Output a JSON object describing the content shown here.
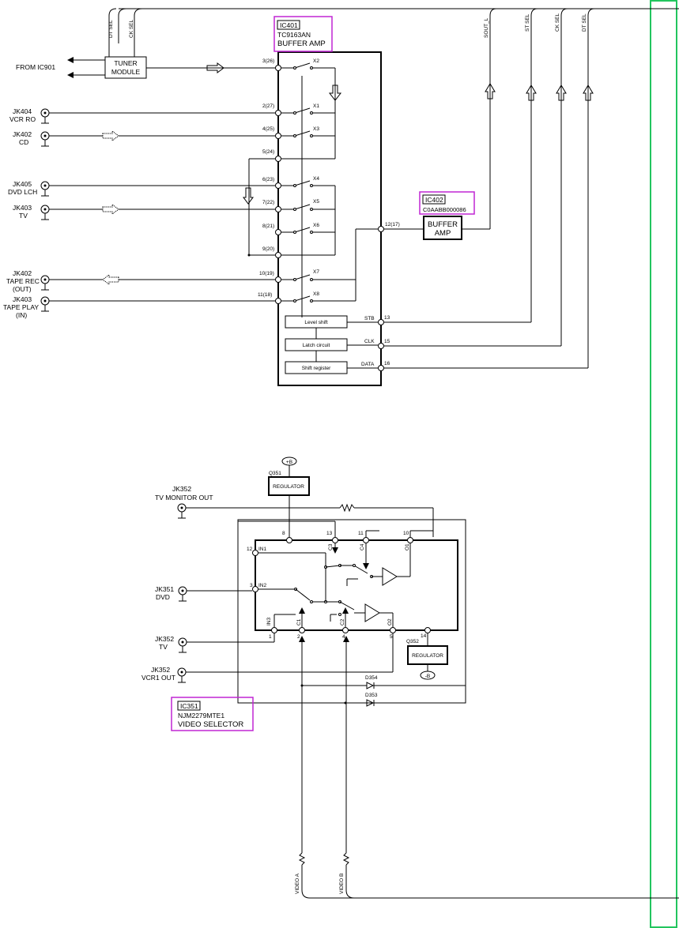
{
  "ic401": {
    "ref": "IC401",
    "part": "TC9163AN",
    "func": "BUFFER AMP"
  },
  "ic402": {
    "ref": "IC402",
    "part": "C0AABB000086",
    "func_line1": "BUFFER",
    "func_line2": "AMP"
  },
  "ic351": {
    "ref": "IC351",
    "part": "NJM2279MTE1",
    "func": "VIDEO SELECTOR"
  },
  "tuner": {
    "line1": "TUNER",
    "line2": "MODULE",
    "from": "FROM IC901"
  },
  "bus_labels": {
    "dt_sel": "DT SEL",
    "ck_sel": "CK SEL",
    "sout_l": "SOUT_L",
    "st_sel": "ST SEL"
  },
  "jacks_top": [
    {
      "ref": "JK404",
      "name": "VCR RO"
    },
    {
      "ref": "JK402",
      "name": "CD"
    },
    {
      "ref": "JK405",
      "name": "DVD LCH"
    },
    {
      "ref": "JK403",
      "name": "TV"
    },
    {
      "ref": "JK402",
      "name": "TAPE REC",
      "name2": "(OUT)"
    },
    {
      "ref": "JK403",
      "name": "TAPE PLAY",
      "name2": "(IN)"
    }
  ],
  "ic401_pins": [
    "3(26)",
    "2(27)",
    "4(25)",
    "5(24)",
    "6(23)",
    "7(22)",
    "8(21)",
    "9(20)",
    "10(19)",
    "11(18)",
    "12(17)",
    "13",
    "15",
    "16"
  ],
  "ic401_switches": [
    "X2",
    "X1",
    "X3",
    "X4",
    "X5",
    "X6",
    "X7",
    "X8"
  ],
  "ic401_blocks": [
    "Level shift",
    "Latch circuit",
    "Shift register"
  ],
  "ic401_signals": [
    "STB",
    "CLK",
    "DATA"
  ],
  "video": {
    "plus_b": "+B",
    "minus_b": "-B",
    "q351": "Q351",
    "q352": "Q352",
    "regulator": "REGULATOR",
    "jk352_mon_ref": "JK352",
    "jk352_mon_name": "TV MONITOR OUT",
    "jk351_ref": "JK351",
    "jk351_name": "DVD",
    "jk352_tv_ref": "JK352",
    "jk352_tv_name": "TV",
    "jk352_vcr_ref": "JK352",
    "jk352_vcr_name": "VCR1 OUT",
    "d354": "D354",
    "d353": "D353",
    "video_a": "VIDEO A",
    "video_b": "VIDEO B",
    "pin_nums": [
      "8",
      "13",
      "11",
      "10",
      "12",
      "3",
      "1",
      "2",
      "4",
      "5",
      "14"
    ],
    "pin_names": [
      "IN1",
      "IN2",
      "IN3",
      "C3",
      "C4",
      "O1",
      "C1",
      "C2",
      "O2"
    ]
  }
}
